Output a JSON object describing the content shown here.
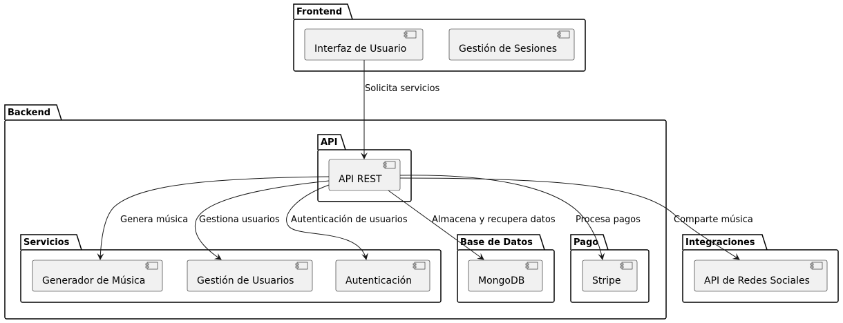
{
  "packages": {
    "frontend": "Frontend",
    "backend": "Backend",
    "api": "API",
    "servicios": "Servicios",
    "base_datos": "Base de Datos",
    "pago": "Pago",
    "integraciones": "Integraciones"
  },
  "components": {
    "interfaz_usuario": "Interfaz de Usuario",
    "gestion_sesiones": "Gestión de Sesiones",
    "api_rest": "API REST",
    "generador_musica": "Generador de Música",
    "gestion_usuarios": "Gestión de Usuarios",
    "autenticacion": "Autenticación",
    "mongodb": "MongoDB",
    "stripe": "Stripe",
    "api_redes_sociales": "API de Redes Sociales"
  },
  "edges": {
    "solicita_servicios": "Solicita servicios",
    "genera_musica": "Genera música",
    "gestiona_usuarios": "Gestiona usuarios",
    "autenticacion_usuarios": "Autenticación de usuarios",
    "almacena_recupera": "Almacena y recupera datos",
    "procesa_pagos": "Procesa pagos",
    "comparte_musica": "Comparte música"
  }
}
